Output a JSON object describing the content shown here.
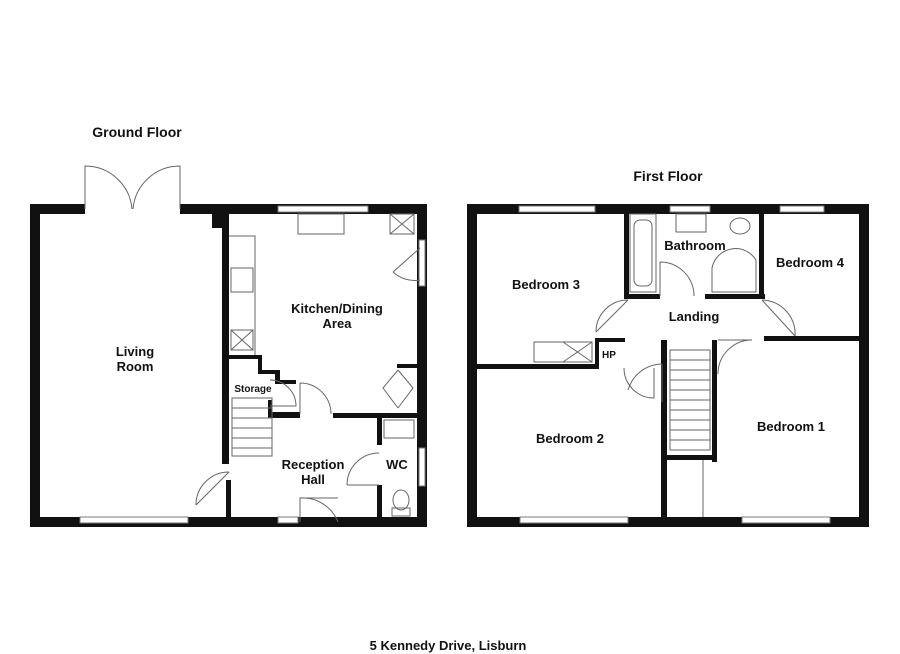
{
  "address": "5 Kennedy Drive, Lisburn",
  "ground_floor": {
    "title": "Ground Floor",
    "rooms": {
      "living_1": "Living",
      "living_2": "Room",
      "kitchen_1": "Kitchen/Dining",
      "kitchen_2": "Area",
      "storage": "Storage",
      "reception_1": "Reception",
      "reception_2": "Hall",
      "wc": "WC"
    }
  },
  "first_floor": {
    "title": "First Floor",
    "rooms": {
      "bathroom": "Bathroom",
      "bedroom4": "Bedroom 4",
      "bedroom3": "Bedroom 3",
      "landing": "Landing",
      "hp": "HP",
      "bedroom2": "Bedroom 2",
      "bedroom1": "Bedroom 1"
    }
  }
}
